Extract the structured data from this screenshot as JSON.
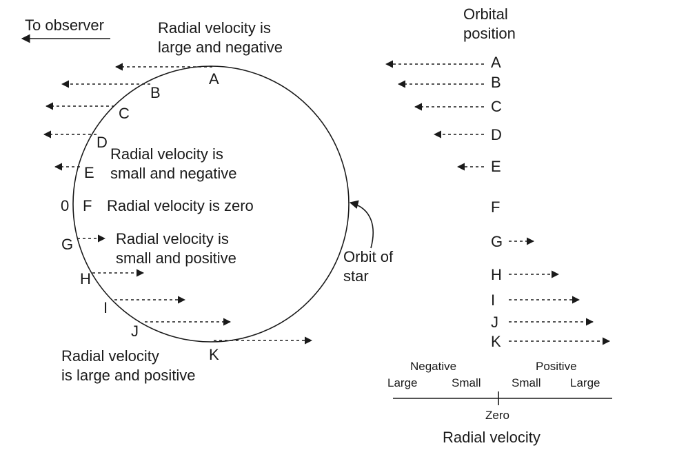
{
  "left": {
    "to_observer": "To observer",
    "caption_a": [
      "Radial velocity is",
      "large and negative"
    ],
    "caption_e": [
      "Radial velocity is",
      "small and negative"
    ],
    "caption_f": "Radial velocity is zero",
    "caption_g": [
      "Radial velocity is",
      "small and positive"
    ],
    "caption_k": [
      "Radial velocity",
      "is large and positive"
    ],
    "orbit_label": [
      "Orbit of",
      "star"
    ],
    "zero_marker": "0",
    "points": [
      "A",
      "B",
      "C",
      "D",
      "E",
      "F",
      "G",
      "H",
      "I",
      "J",
      "K"
    ]
  },
  "right": {
    "header": [
      "Orbital",
      "position"
    ],
    "points": [
      "A",
      "B",
      "C",
      "D",
      "E",
      "F",
      "G",
      "H",
      "I",
      "J",
      "K"
    ],
    "axis": {
      "negative": "Negative",
      "positive": "Positive",
      "large_left": "Large",
      "small_left": "Small",
      "small_right": "Small",
      "large_right": "Large",
      "zero": "Zero",
      "title": "Radial velocity"
    }
  }
}
